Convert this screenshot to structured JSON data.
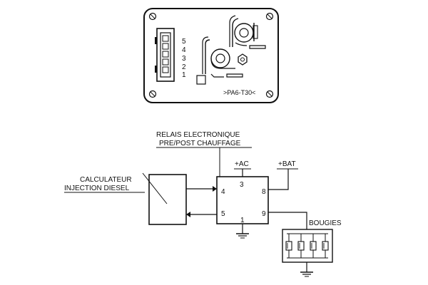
{
  "connector_view": {
    "pin_numbers": [
      "5",
      "4",
      "3",
      "2",
      "1"
    ],
    "marking": ">PA6-T30<"
  },
  "relay": {
    "title_line1": "RELAIS ELECTRONIQUE",
    "title_line2": "PRE/POST CHAUFFAGE",
    "pins": {
      "p1": "1",
      "p3": "3",
      "p4": "4",
      "p5": "5",
      "p8": "8",
      "p9": "9"
    }
  },
  "ecu": {
    "label_line1": "CALCULATEUR",
    "label_line2": "INJECTION DIESEL"
  },
  "supplies": {
    "ac": "+AC",
    "bat": "+BAT"
  },
  "glow_plugs": {
    "label": "BOUGIES",
    "count": 4
  }
}
